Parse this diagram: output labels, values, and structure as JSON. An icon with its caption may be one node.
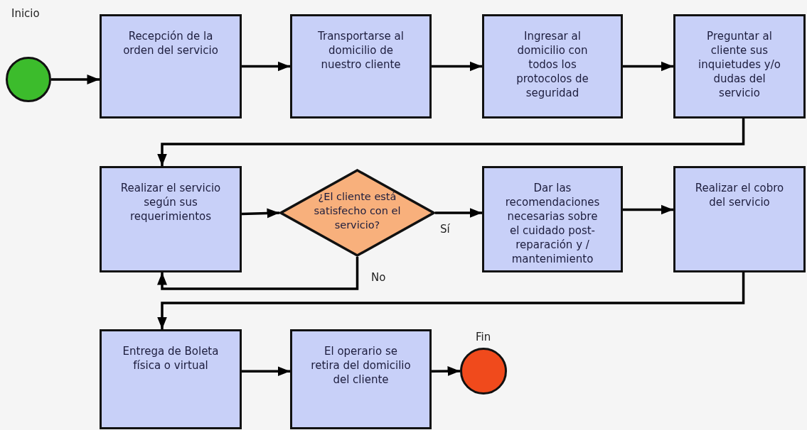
{
  "diagram": {
    "nodes": [
      {
        "text": [],
        "shape": "circle",
        "beside": [
          "Inicio"
        ]
      },
      {
        "text": [
          "Recepción de la orden del servicio"
        ]
      },
      {
        "text": [
          "Transportarse al domicilio de nuestro cliente"
        ]
      },
      {
        "text": [
          "Ingresar al domicilio con todos los protocolos de seguridad"
        ]
      },
      {
        "text": [
          "Preguntar al cliente sus inquietudes y/o dudas del servicio"
        ]
      },
      {
        "text": [
          "Realizar el servicio según sus requerimientos"
        ]
      },
      {
        "text": [
          "¿El cliente está satisfecho con el servicio?"
        ]
      },
      {
        "text": [
          "Dar las recomendaciones necesarias sobre el cuidado post-reparación y / mantenimiento"
        ]
      },
      {
        "text": [
          "Realizar el cobro del servicio"
        ]
      },
      {
        "text": [
          "Entrega de Boleta física o virtual"
        ]
      },
      {
        "text": [
          "El operario se retira del domicilio del cliente"
        ]
      },
      {
        "text": [],
        "shape": "circle",
        "beside": [
          "Fin"
        ]
      }
    ],
    "edges": [
      {
        "from": 0,
        "to": 1,
        "arrow": "to"
      },
      {
        "from": 1,
        "to": 2,
        "arrow": "to"
      },
      {
        "from": 2,
        "to": 3,
        "arrow": "to"
      },
      {
        "from": 3,
        "to": 4,
        "arrow": "to"
      },
      {
        "from": 4,
        "to": 5,
        "arrow": "to"
      },
      {
        "from": 5,
        "to": 6,
        "arrow": "to"
      },
      {
        "from": 6,
        "to": 7,
        "arrow": "to",
        "label": "Sí"
      },
      {
        "from": 6,
        "to": 5,
        "arrow": "to",
        "label": "No"
      },
      {
        "from": 7,
        "to": 8,
        "arrow": "to"
      },
      {
        "from": 8,
        "to": 9,
        "arrow": "to"
      },
      {
        "from": 9,
        "to": 10,
        "arrow": "to"
      },
      {
        "from": 10,
        "to": 11,
        "arrow": "to"
      }
    ]
  }
}
